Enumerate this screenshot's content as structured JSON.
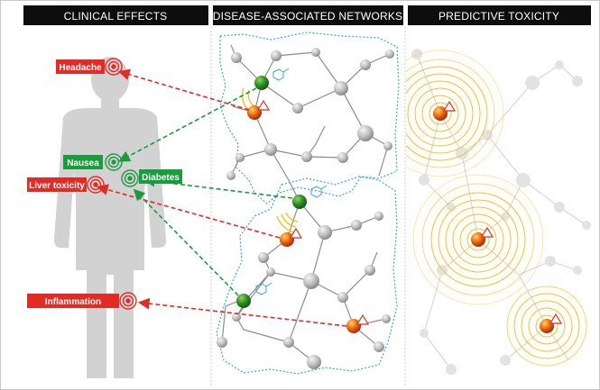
{
  "panels": [
    {
      "title": "CLINICAL EFFECTS"
    },
    {
      "title": "DISEASE-ASSOCIATED NETWORKS"
    },
    {
      "title": "PREDICTIVE TOXICITY"
    }
  ],
  "effects": [
    {
      "label": "Headache",
      "type": "toxicity",
      "color": "#e32b26"
    },
    {
      "label": "Nausea",
      "type": "disease",
      "color": "#1a9b3d"
    },
    {
      "label": "Diabetes",
      "type": "disease",
      "color": "#1a9b3d"
    },
    {
      "label": "Liver toxicity",
      "type": "toxicity",
      "color": "#e32b26"
    },
    {
      "label": "Inflammation",
      "type": "toxicity",
      "color": "#e32b26"
    }
  ],
  "colors": {
    "header_bg": "#0d0d0d",
    "toxicity": "#e32b26",
    "disease": "#1a9b3d",
    "network_outline": "#3aa6d8",
    "node": "#b3b3b3",
    "ring": "#f2c21c",
    "silhouette": "#d2d2d2"
  }
}
